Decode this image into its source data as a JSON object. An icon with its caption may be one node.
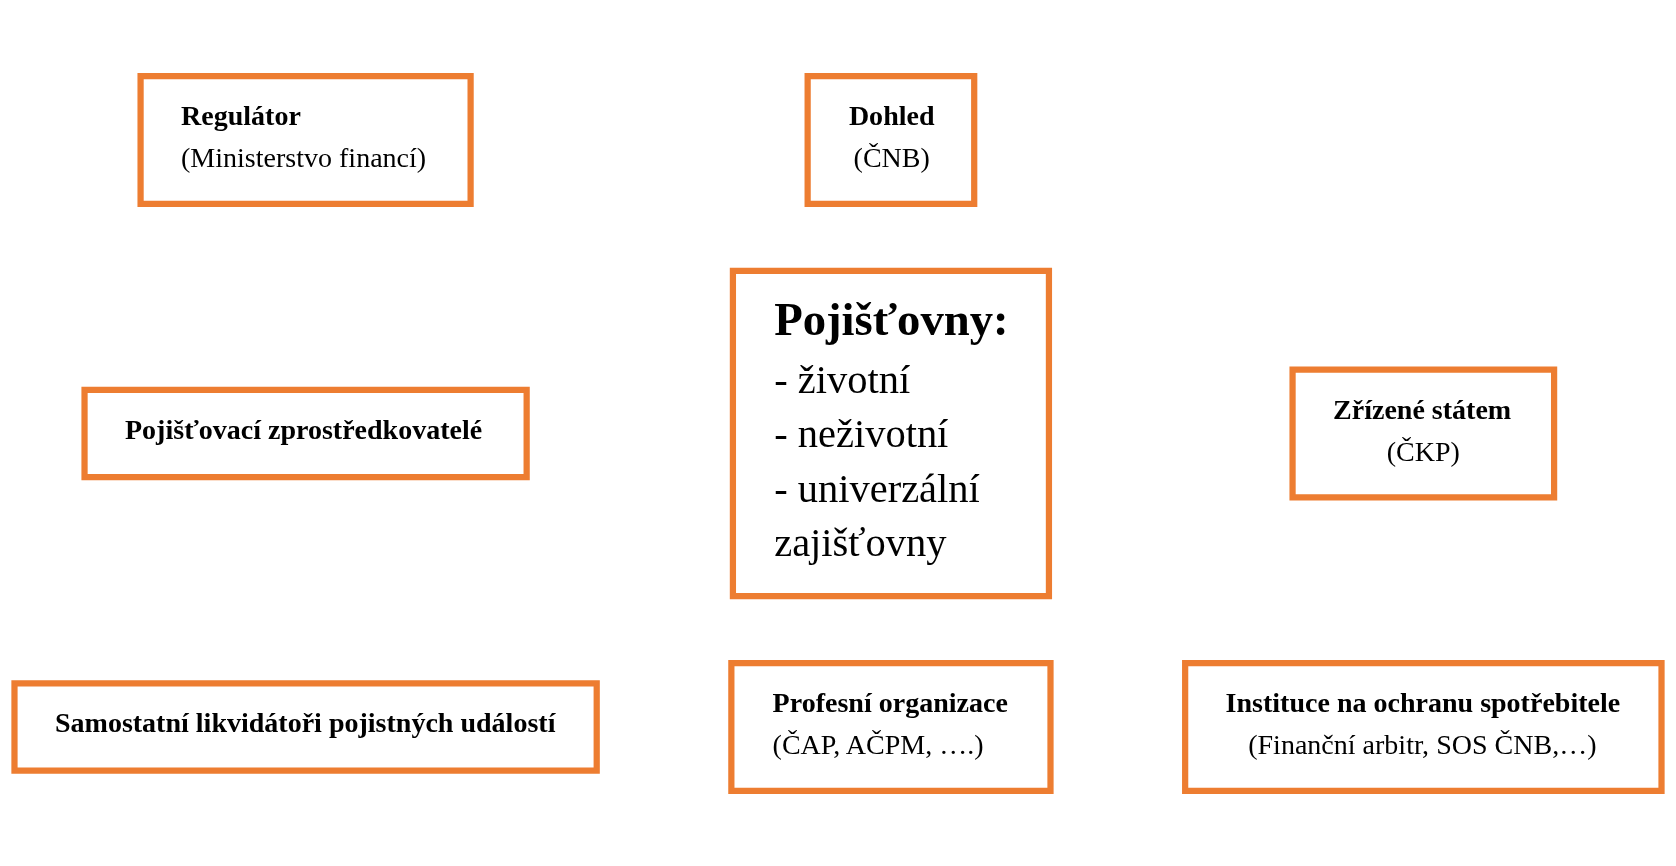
{
  "diagram": {
    "nodes": [
      {
        "text": [
          "Regulátor",
          "(Ministerstvo financí)"
        ]
      },
      {
        "text": [
          "Dohled",
          "(ČNB)"
        ]
      },
      {
        "text": [
          "Pojišťovací zprostředkovatelé"
        ]
      },
      {
        "text": [
          "Pojišťovny:",
          "- životní",
          "- neživotní",
          "- univerzální",
          "zajišťovny"
        ]
      },
      {
        "text": [
          "Zřízené státem",
          "(ČKP)"
        ]
      },
      {
        "text": [
          "Samostatní likvidátoři pojistných událostí"
        ]
      },
      {
        "text": [
          "Profesní organizace",
          "(ČAP, AČPM, ….)"
        ]
      },
      {
        "text": [
          "Instituce na ochranu spotřebitele",
          "(Finanční arbitr, SOS ČNB,…)"
        ]
      }
    ],
    "edges": []
  }
}
